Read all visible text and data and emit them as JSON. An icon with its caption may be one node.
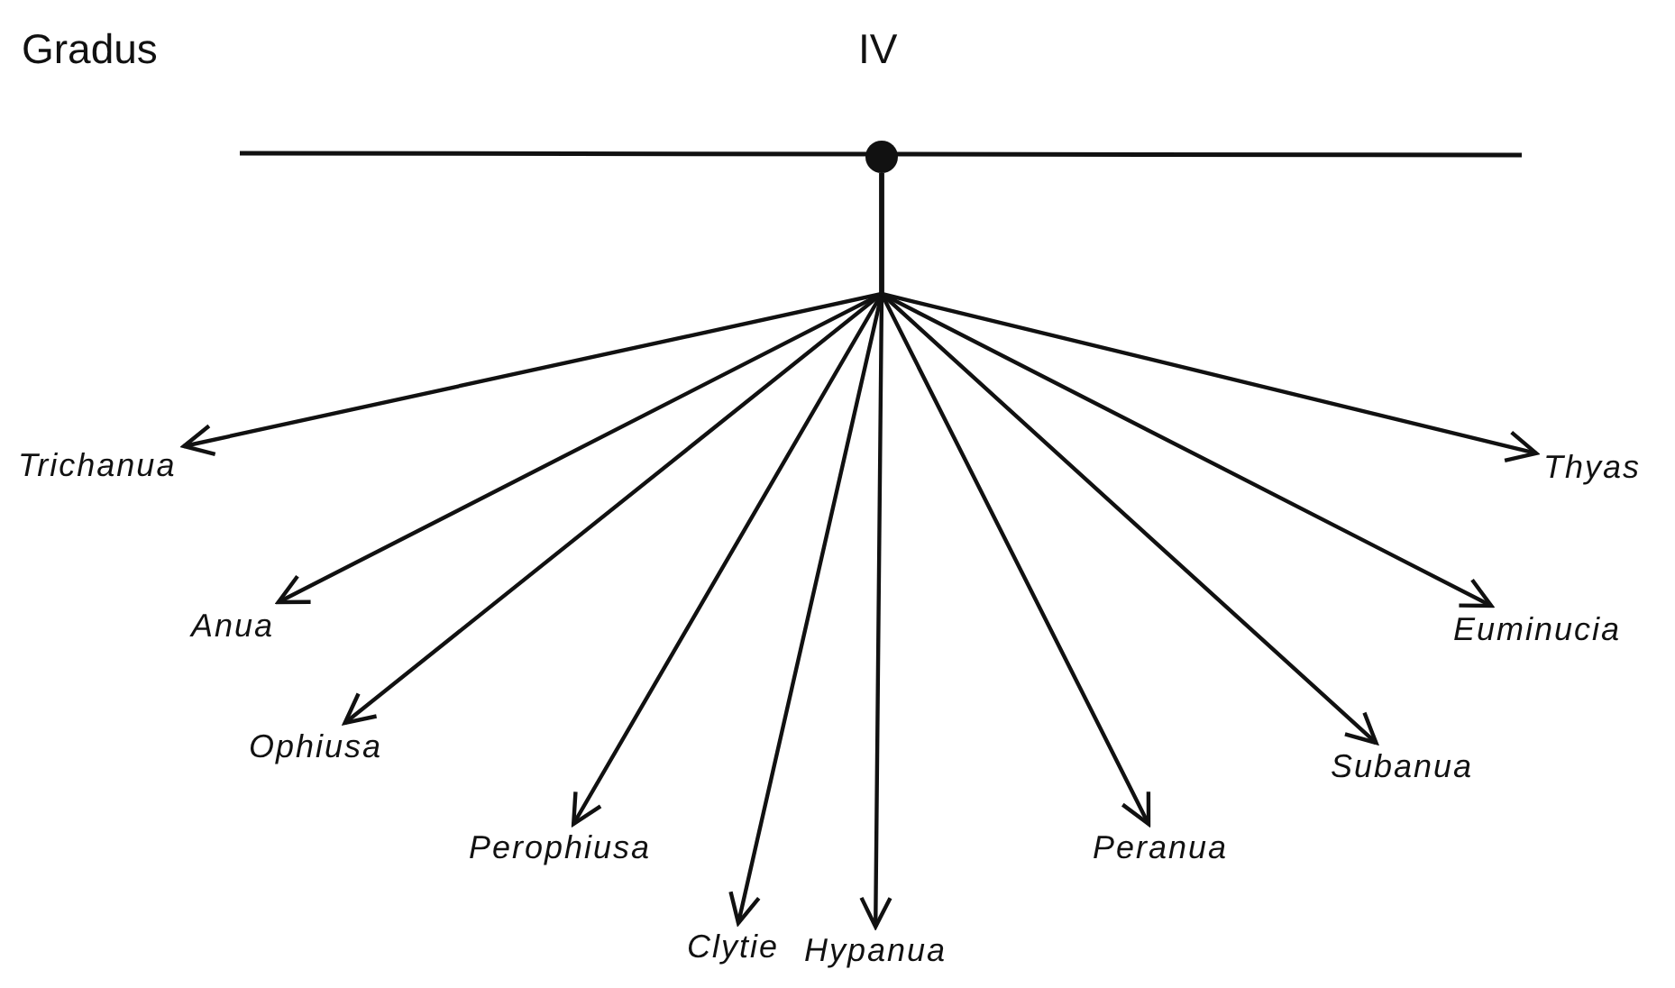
{
  "diagram": {
    "nodes": [
      {
        "text": [],
        "shape": "circle"
      },
      {
        "text": [
          "Trichanua"
        ]
      },
      {
        "text": [
          "Thyas"
        ]
      },
      {
        "text": [
          "Anua"
        ]
      },
      {
        "text": [
          "Euminucia"
        ]
      },
      {
        "text": [
          "Ophiusa"
        ]
      },
      {
        "text": [
          "Subanua"
        ]
      },
      {
        "text": [
          "Perophiusa"
        ]
      },
      {
        "text": [
          "Peranua"
        ]
      },
      {
        "text": [
          "Clytie"
        ]
      },
      {
        "text": [
          "Hypanua"
        ]
      }
    ],
    "edges": [
      {
        "from": 0,
        "to": 1,
        "arrow": "to"
      },
      {
        "from": 0,
        "to": 3,
        "arrow": "to"
      },
      {
        "from": 0,
        "to": 5,
        "arrow": "to"
      },
      {
        "from": 0,
        "to": 7,
        "arrow": "to"
      },
      {
        "from": 0,
        "to": 9,
        "arrow": "to"
      },
      {
        "from": 0,
        "to": 10,
        "arrow": "to"
      },
      {
        "from": 0,
        "to": 8,
        "arrow": "to"
      },
      {
        "from": 0,
        "to": 6,
        "arrow": "to"
      },
      {
        "from": 0,
        "to": 4,
        "arrow": "to"
      },
      {
        "from": 0,
        "to": 2,
        "arrow": "to"
      }
    ],
    "labels": [
      "Gradus",
      "IV"
    ]
  }
}
